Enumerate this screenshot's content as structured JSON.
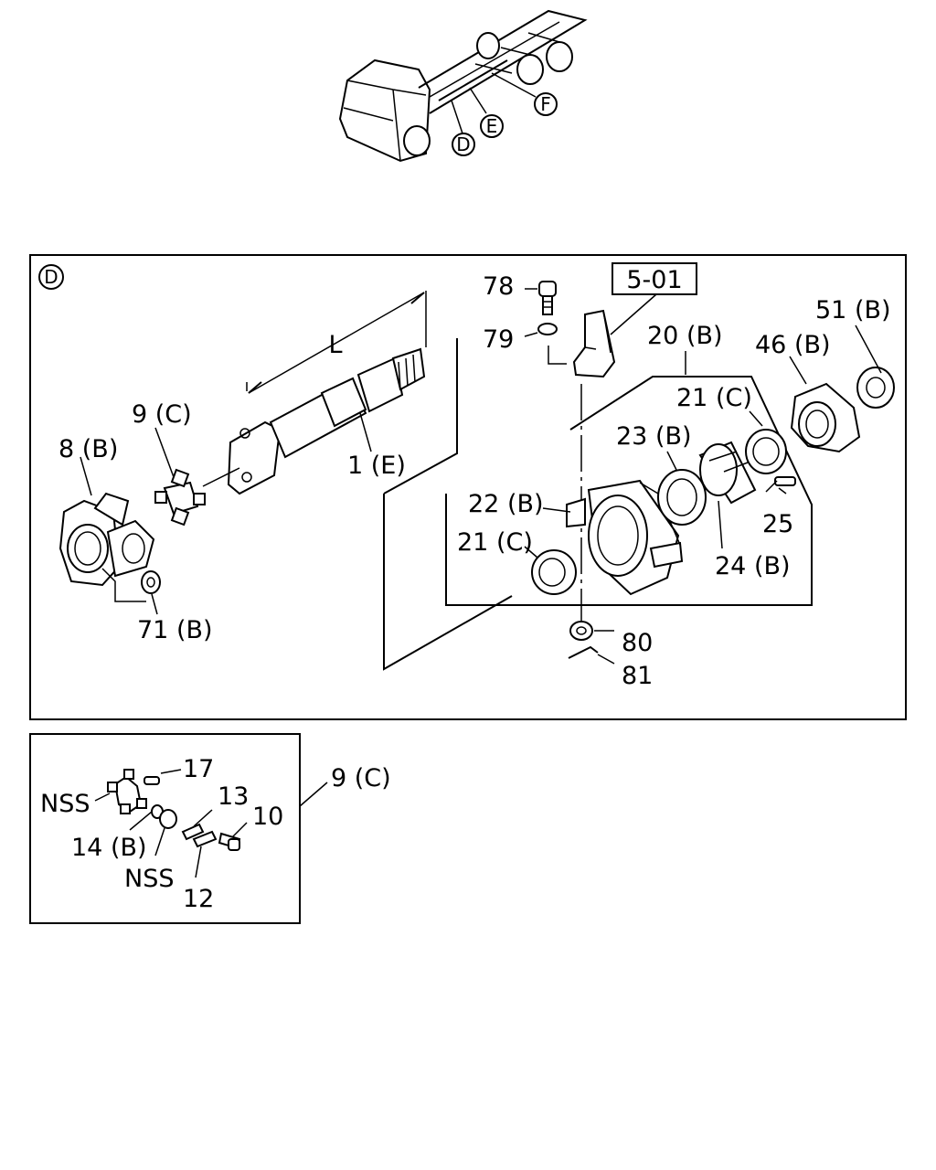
{
  "truck_view": {
    "callouts": [
      "D",
      "E",
      "F"
    ]
  },
  "main_section": {
    "view_marker": "D",
    "dimension_label": "L",
    "ref_box": "5-01",
    "labels": {
      "p78": "78",
      "p79": "79",
      "p20": "20 (B)",
      "p51": "51 (B)",
      "p46": "46 (B)",
      "p21a": "21 (C)",
      "p23": "23 (B)",
      "p9": "9 (C)",
      "p8": "8 (B)",
      "p1": "1 (E)",
      "p22": "22 (B)",
      "p21b": "21 (C)",
      "p25": "25",
      "p24": "24 (B)",
      "p71": "71 (B)",
      "p80": "80",
      "p81": "81"
    }
  },
  "detail_section": {
    "title": "9 (C)",
    "labels": {
      "p17": "17",
      "nss1": "NSS",
      "p13": "13",
      "p10": "10",
      "p14": "14 (B)",
      "nss2": "NSS",
      "p12": "12"
    }
  }
}
